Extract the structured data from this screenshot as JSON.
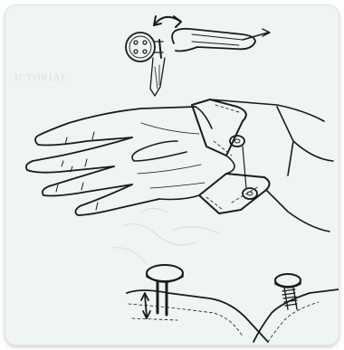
{
  "image": {
    "type": "line-drawing",
    "subject": "sewing-buttons-on-shirt-cuff",
    "colors": {
      "background": "#eef5f2",
      "ink": "#1b1b1b",
      "faint_ink": "#c9cfcc"
    }
  },
  "bleed_through_text": "ICTORIAL"
}
